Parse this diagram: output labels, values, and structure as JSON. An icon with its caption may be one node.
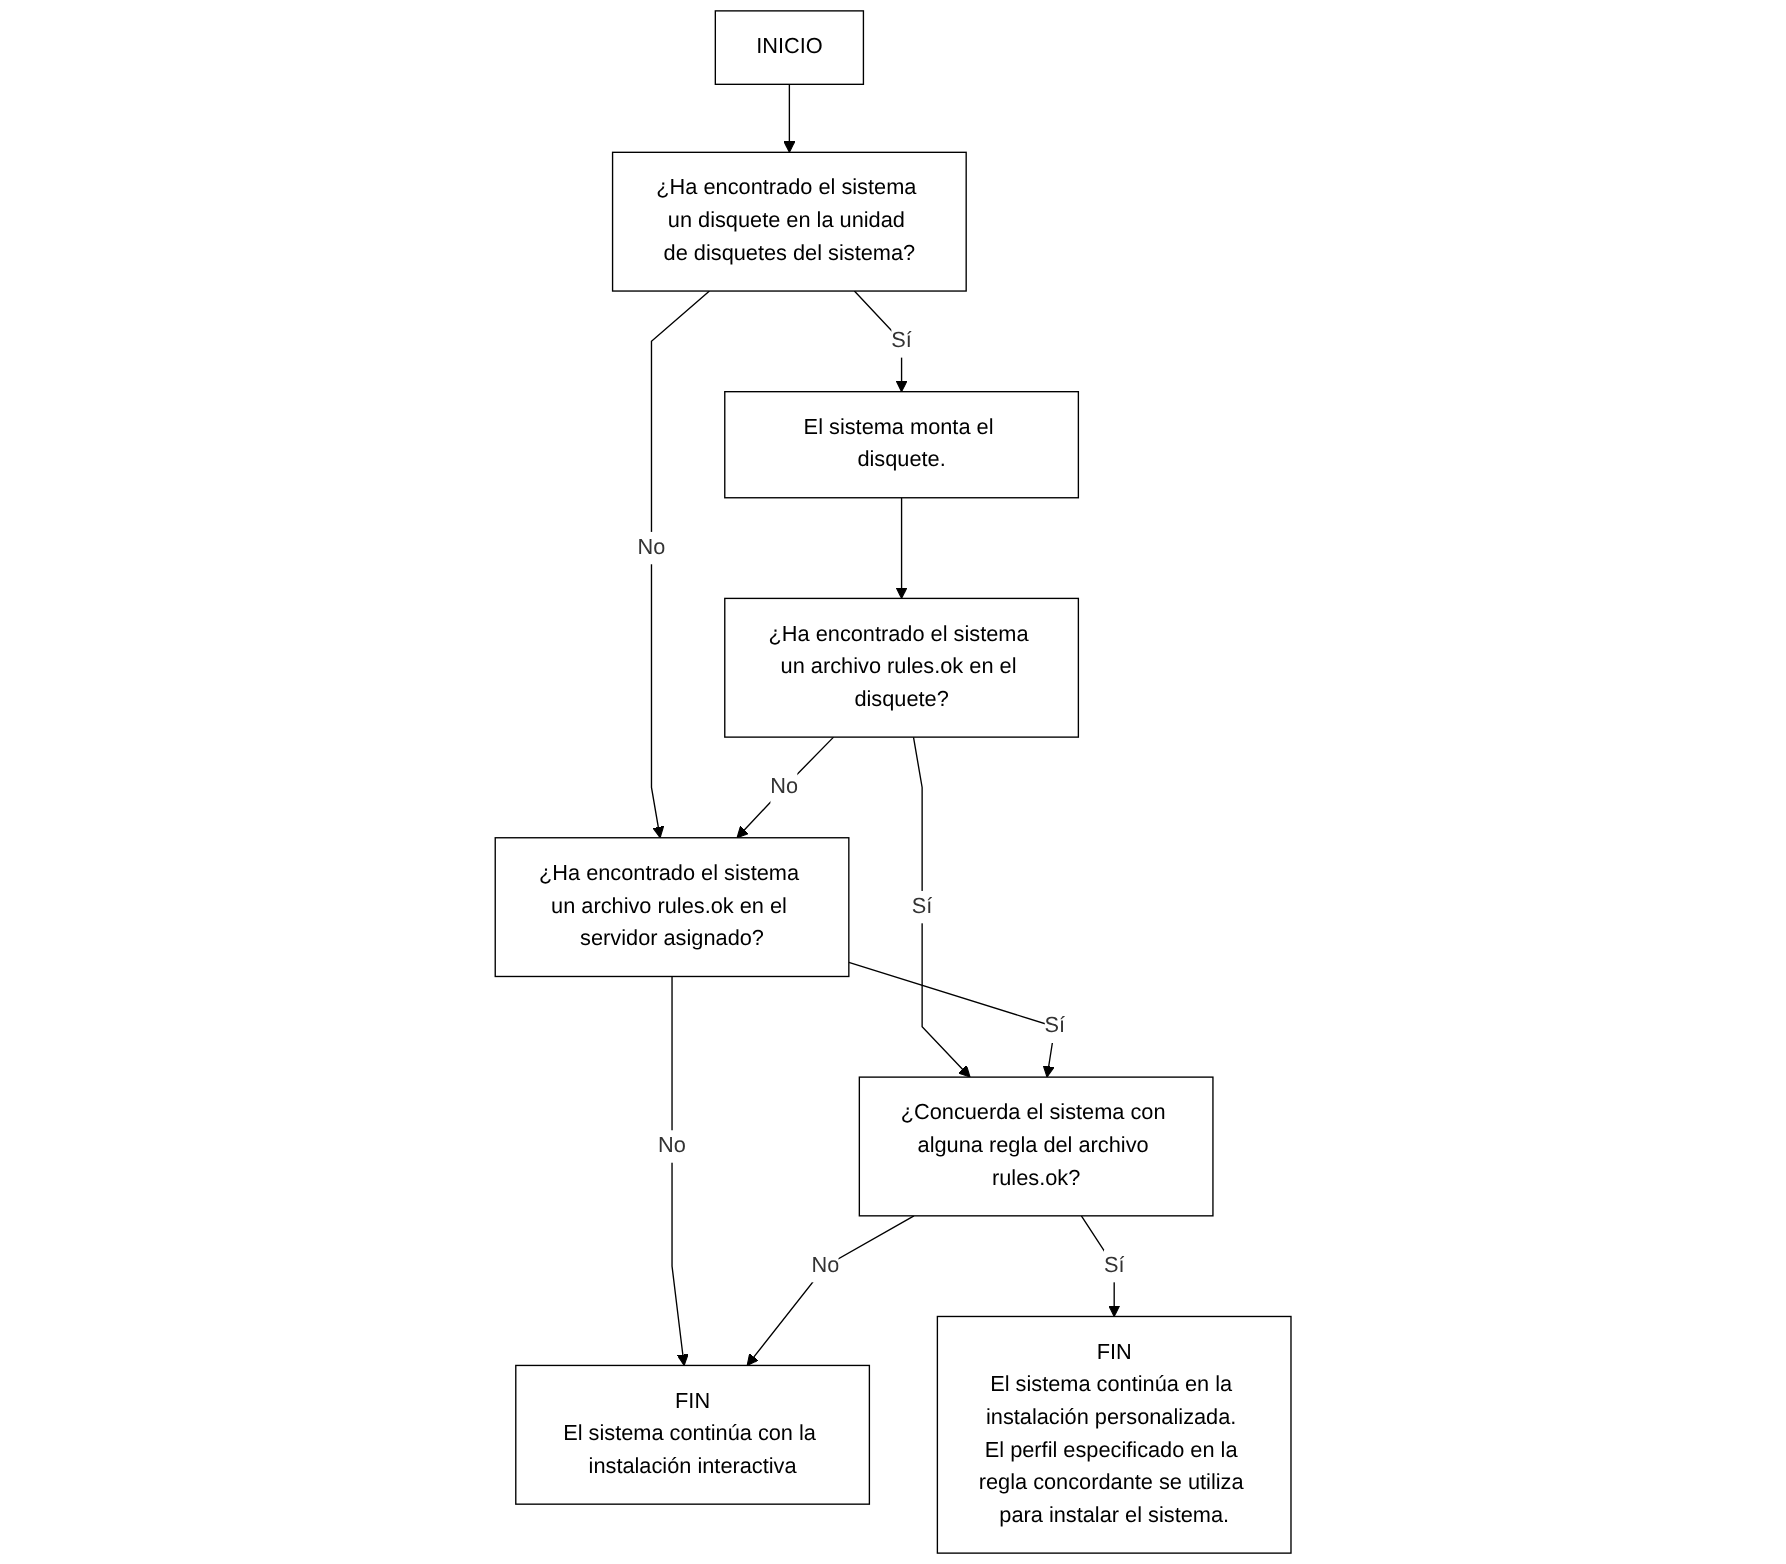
{
  "diagram": {
    "nodes": [
      {
        "text": [
          "INICIO"
        ]
      },
      {
        "text": [
          "¿Ha encontrado el sistema un disquete en la unidad de disquetes del sistema?"
        ]
      },
      {
        "text": [
          "El sistema monta el disquete."
        ]
      },
      {
        "text": [
          "¿Ha encontrado el sistema un archivo rules.ok en el disquete?"
        ]
      },
      {
        "text": [
          "¿Ha encontrado el sistema un archivo rules.ok en el servidor asignado?"
        ]
      },
      {
        "text": [
          "¿Concuerda el sistema con alguna regla del archivo rules.ok?"
        ]
      },
      {
        "text": [
          "FIN",
          "El sistema continúa con la instalación interactiva"
        ]
      },
      {
        "text": [
          "FIN",
          "El sistema continúa en la instalación personalizada. El perfil especificado en la regla concordante se utiliza para instalar el sistema."
        ]
      }
    ],
    "edges": [
      {
        "from": 0,
        "to": 1,
        "arrow": "to"
      },
      {
        "from": 1,
        "to": 2,
        "arrow": "to",
        "label": "Sí"
      },
      {
        "from": 2,
        "to": 3,
        "arrow": "to"
      },
      {
        "from": 1,
        "to": 4,
        "arrow": "to",
        "label": "No"
      },
      {
        "from": 3,
        "to": 4,
        "arrow": "to",
        "label": "No"
      },
      {
        "from": 3,
        "to": 5,
        "arrow": "to",
        "label": "Sí"
      },
      {
        "from": 4,
        "to": 5,
        "arrow": "to",
        "label": "Sí"
      },
      {
        "from": 4,
        "to": 6,
        "arrow": "to",
        "label": "No"
      },
      {
        "from": 5,
        "to": 6,
        "arrow": "to",
        "label": "No"
      },
      {
        "from": 5,
        "to": 7,
        "arrow": "to",
        "label": "Sí"
      }
    ]
  }
}
